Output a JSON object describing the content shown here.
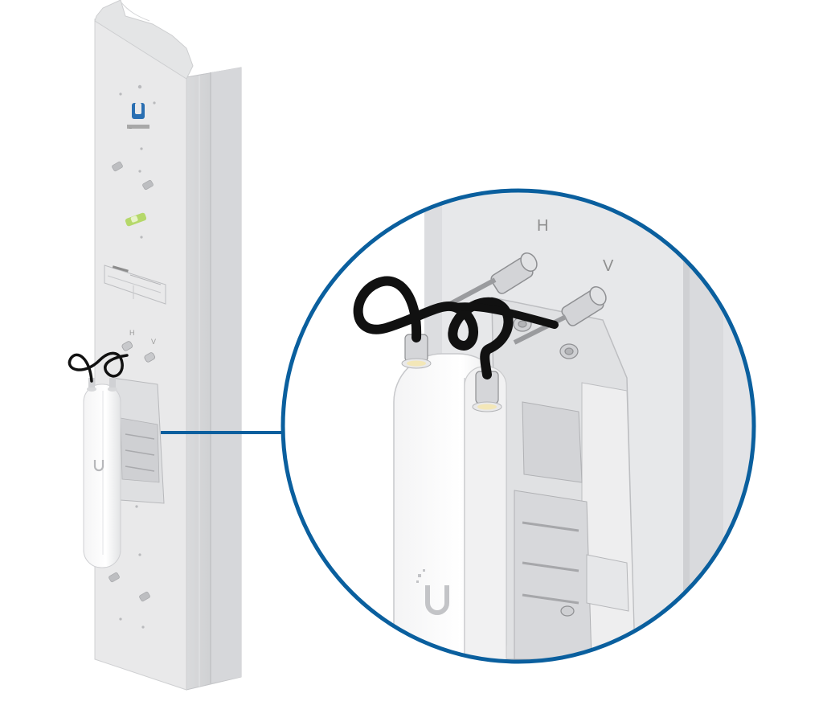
{
  "illustration": {
    "port_labels": {
      "horizontal": "H",
      "vertical": "V"
    },
    "colors": {
      "accent": "#0a5f9e",
      "antenna_body": "#e9e9ea",
      "antenna_shade": "#d2d3d5",
      "cable": "#111111",
      "level_bubble": "#9acd32"
    },
    "icons": {
      "brand_logo": "ubiquiti-u-logo",
      "zoom_callout": "magnifier-circle"
    }
  }
}
